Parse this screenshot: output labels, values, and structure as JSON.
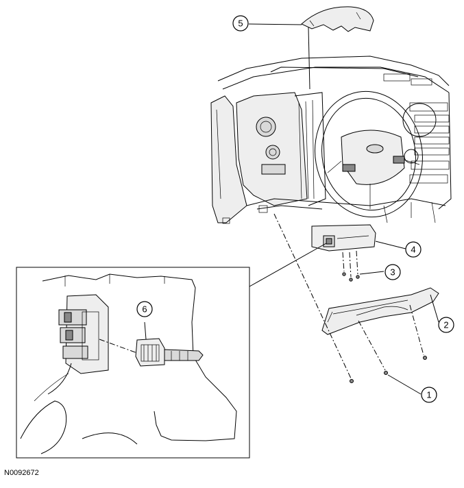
{
  "figure_id": "N0092672",
  "callouts": [
    {
      "id": "1",
      "label": "1"
    },
    {
      "id": "2",
      "label": "2"
    },
    {
      "id": "3",
      "label": "3"
    },
    {
      "id": "4",
      "label": "4"
    },
    {
      "id": "5",
      "label": "5"
    },
    {
      "id": "6",
      "label": "6"
    }
  ]
}
